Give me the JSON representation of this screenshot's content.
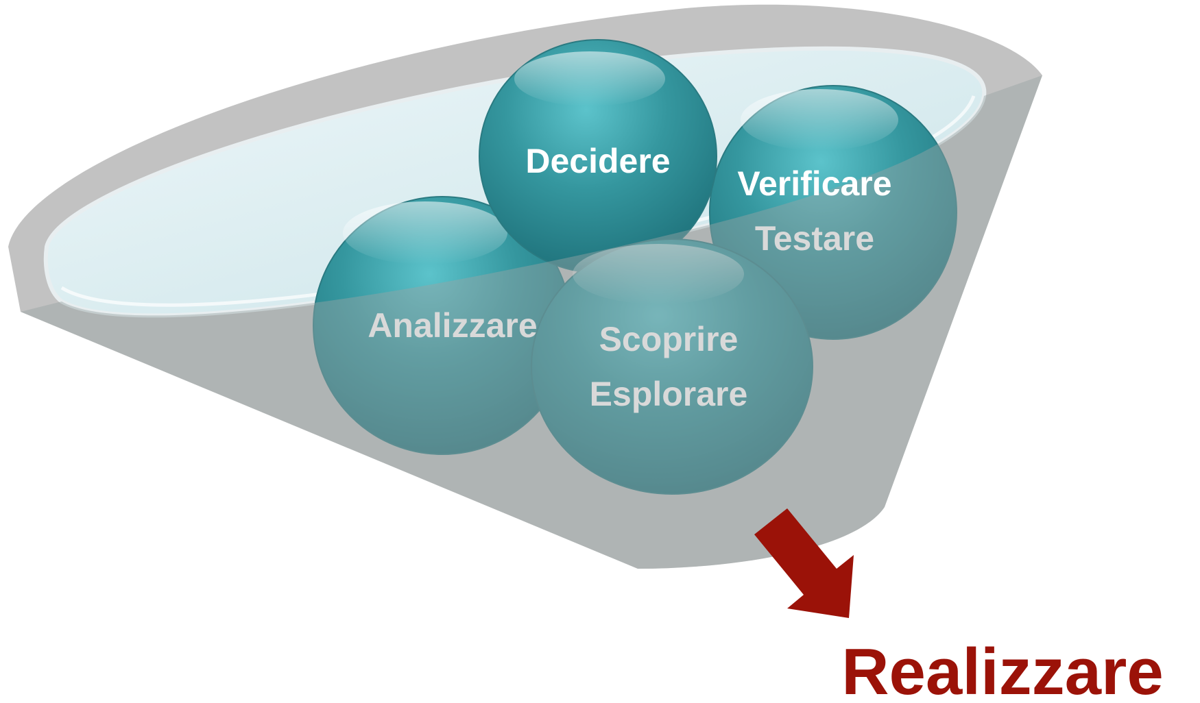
{
  "diagram": {
    "stages": {
      "decidere": "Decidere",
      "verificare": "Verificare",
      "testare": "Testare",
      "analizzare": "Analizzare",
      "scoprire": "Scoprire",
      "esplorare": "Esplorare"
    },
    "result": "Realizzare"
  },
  "colors": {
    "ball": "#2f8f98",
    "ball_highlight": "#6fd4dc",
    "funnel": "#bdbdbd",
    "funnel_rim_fill": "#dff0f3",
    "arrow": "#9b1208",
    "result_text": "#9b1208",
    "label_front": "#ffffff",
    "label_behind": "#d9d9d9"
  }
}
